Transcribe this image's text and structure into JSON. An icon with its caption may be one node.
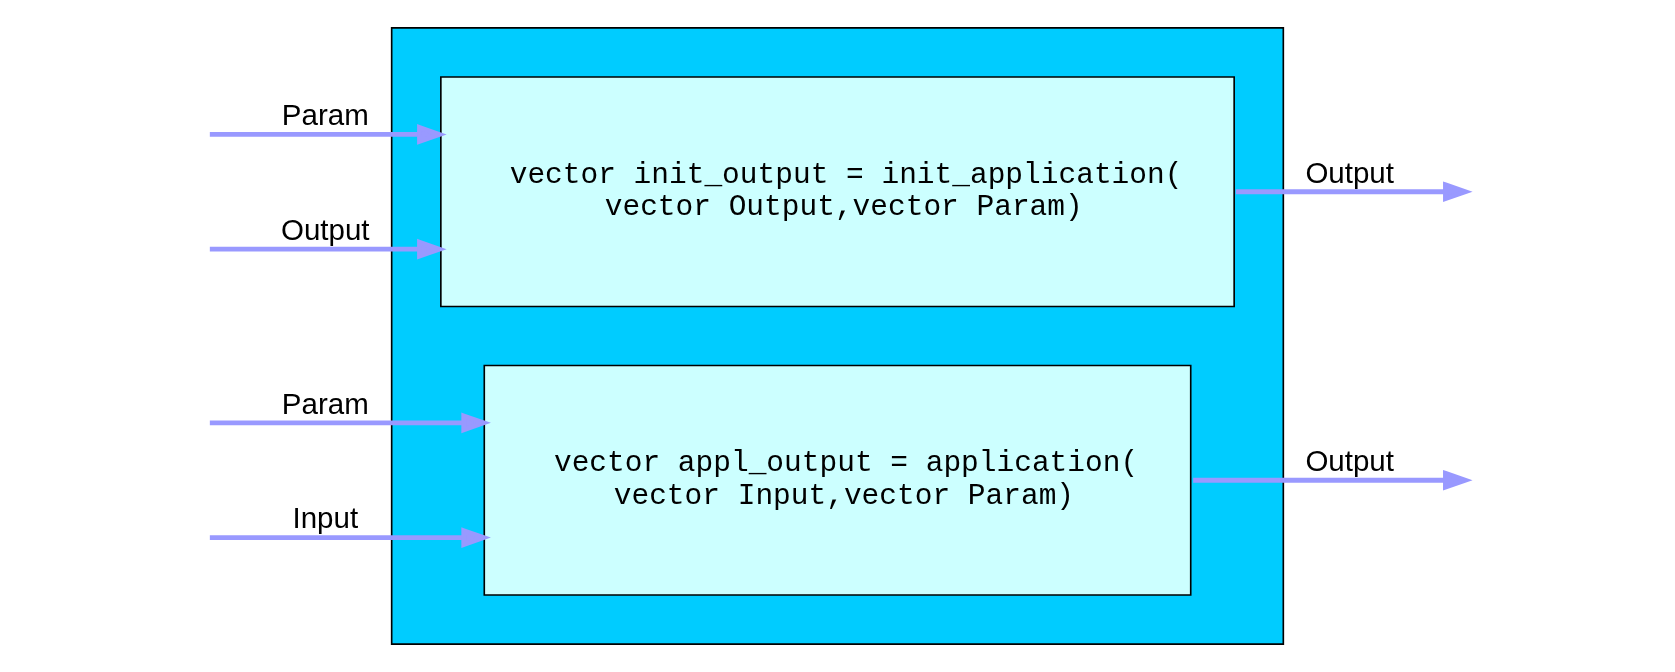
{
  "diagram": {
    "nodes": [
      {
        "text": [],
        "shape": "box"
      },
      {
        "text": [
          "vector init_output = init_application( vector Output,vector Param)"
        ],
        "in": 0
      },
      {
        "text": [
          "vector appl_output = application( vector Input,vector Param)"
        ],
        "in": 0
      }
    ],
    "edges": [
      {
        "from": null,
        "to": 1,
        "arrow": "to",
        "label": "Param"
      },
      {
        "from": null,
        "to": 1,
        "arrow": "to",
        "label": "Output"
      },
      {
        "from": 1,
        "to": null,
        "arrow": "to",
        "label": "Output"
      },
      {
        "from": null,
        "to": 2,
        "arrow": "to",
        "label": "Param"
      },
      {
        "from": null,
        "to": 2,
        "arrow": "to",
        "label": "Input"
      },
      {
        "from": 2,
        "to": null,
        "arrow": "to",
        "label": "Output"
      }
    ]
  }
}
